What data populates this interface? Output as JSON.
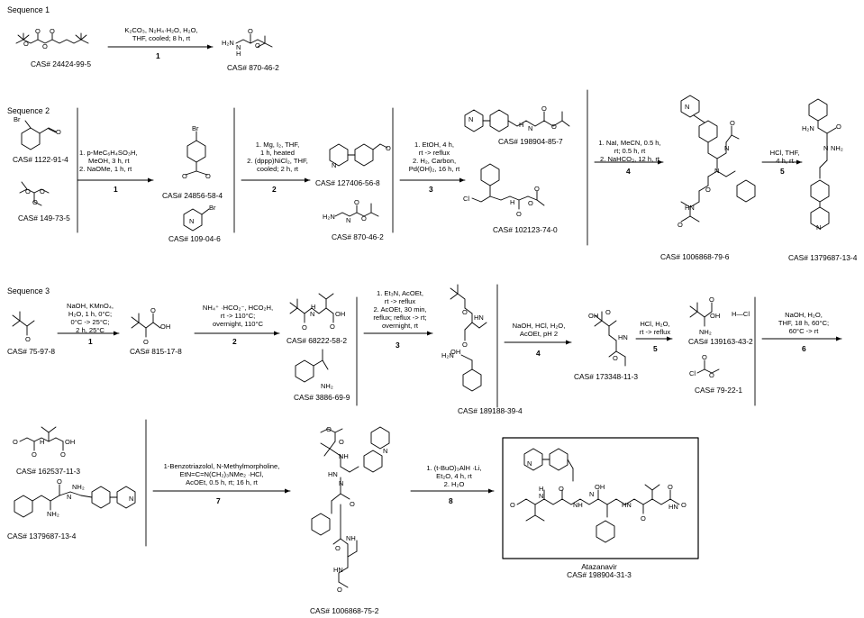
{
  "headers": {
    "s1": "Sequence 1",
    "s2": "Sequence 2",
    "s3": "Sequence 3"
  },
  "cas": {
    "boc2o": "CAS# 24424-99-5",
    "boc_hydrazine": "CAS# 870-46-2",
    "bromobenzaldehyde": "CAS# 1122-91-4",
    "trimethoxymethane": "CAS# 149-73-5",
    "bromo_acetal": "CAS# 24856-58-4",
    "bromopyridine": "CAS# 109-04-6",
    "pyridyl_benzaldehyde": "CAS# 127406-56-8",
    "boc_hydrazine_2": "CAS# 870-46-2",
    "hydrazine_carbamate": "CAS# 198904-85-7",
    "chloroketone": "CAS# 102123-74-0",
    "seq2_intermediate": "CAS# 1006868-79-6",
    "seq2_product": "CAS# 1379687-13-4",
    "pinacolone": "CAS# 75-97-8",
    "keto_acid": "CAS# 815-17-8",
    "piv_tleucine": "CAS# 68222-58-2",
    "phenethylamine": "CAS# 3886-69-9",
    "amine_salt": "CAS# 189188-39-4",
    "piv_tleucine_2": "CAS# 173348-11-3",
    "tleucine_hcl": "CAS# 139163-43-2",
    "methyl_chloroformate": "CAS# 79-22-1",
    "moc_tleucine": "CAS# 162537-11-3",
    "seq3_amine": "CAS# 1379687-13-4",
    "coupled": "CAS# 1006868-75-2",
    "atazanavir": "CAS# 198904-31-3"
  },
  "product_name": "Atazanavir",
  "steps": {
    "s1": {
      "num": "1",
      "cond": [
        "K₂CO₃, N₂H₄·H₂O, H₂O,",
        "THF, cooled; 8 h, rt"
      ]
    },
    "s2_1": {
      "num": "1",
      "cond": [
        "1. p-MeC₆H₄SO₃H,",
        "MeOH, 3 h, rt",
        "2. NaOMe, 1 h, rt"
      ]
    },
    "s2_2": {
      "num": "2",
      "cond": [
        "1. Mg, I₂, THF,",
        "1 h, heated",
        "2. (dppp)NiCl₂, THF,",
        "cooled; 2 h, rt"
      ]
    },
    "s2_3": {
      "num": "3",
      "cond": [
        "1. EtOH, 4 h,",
        "rt -> reflux",
        "2. H₂, Carbon,",
        "Pd(OH)₂, 16 h, rt"
      ]
    },
    "s2_4": {
      "num": "4",
      "cond": [
        "1. NaI, MeCN, 0.5 h,",
        "rt; 0.5 h, rt",
        "2. NaHCO₃, 12 h, rt"
      ]
    },
    "s2_5": {
      "num": "5",
      "cond": [
        "HCl, THF,",
        "4 h, rt"
      ]
    },
    "s3_1": {
      "num": "1",
      "cond": [
        "NaOH, KMnO₄,",
        "H₂O, 1 h, 0°C;",
        "0°C -> 25°C;",
        "2 h, 25°C"
      ]
    },
    "s3_2": {
      "num": "2",
      "cond": [
        "NH₄⁺ ·HCO₂⁻, HCO₂H,",
        "rt -> 110°C;",
        "overnight, 110°C"
      ]
    },
    "s3_3": {
      "num": "3",
      "cond": [
        "1. Et₃N, AcOEt,",
        "rt -> reflux",
        "2. AcOEt, 30 min,",
        "reflux; reflux -> rt;",
        "overnight, rt"
      ]
    },
    "s3_4": {
      "num": "4",
      "cond": [
        "NaOH, HCl, H₂O,",
        "AcOEt, pH 2"
      ]
    },
    "s3_5": {
      "num": "5",
      "cond": [
        "HCl, H₂O,",
        "rt -> reflux"
      ]
    },
    "s3_6": {
      "num": "6",
      "cond": [
        "NaOH, H₂O,",
        "THF, 18 h, 60°C;",
        "60°C -> rt"
      ]
    },
    "s3_7": {
      "num": "7",
      "cond": [
        "1-Benzotriazolol, N-Methylmorpholine,",
        "EtN=C=N(CH₂)₃NMe₂ ·HCl,",
        "AcOEt, 0.5 h, rt; 16 h, rt"
      ]
    },
    "s3_8": {
      "num": "8",
      "cond": [
        "1. (t-BuO)₃AlH ·Li,",
        "Et₂O, 4 h, rt",
        "2. H₂O"
      ]
    }
  },
  "atoms": {
    "h2n": "H₂N",
    "n": "N",
    "h": "H",
    "o": "O",
    "oh": "OH",
    "br": "Br",
    "cl": "Cl",
    "nh": "NH",
    "nh2": "NH₂",
    "hn": "HN",
    "hcl": "H—Cl"
  }
}
